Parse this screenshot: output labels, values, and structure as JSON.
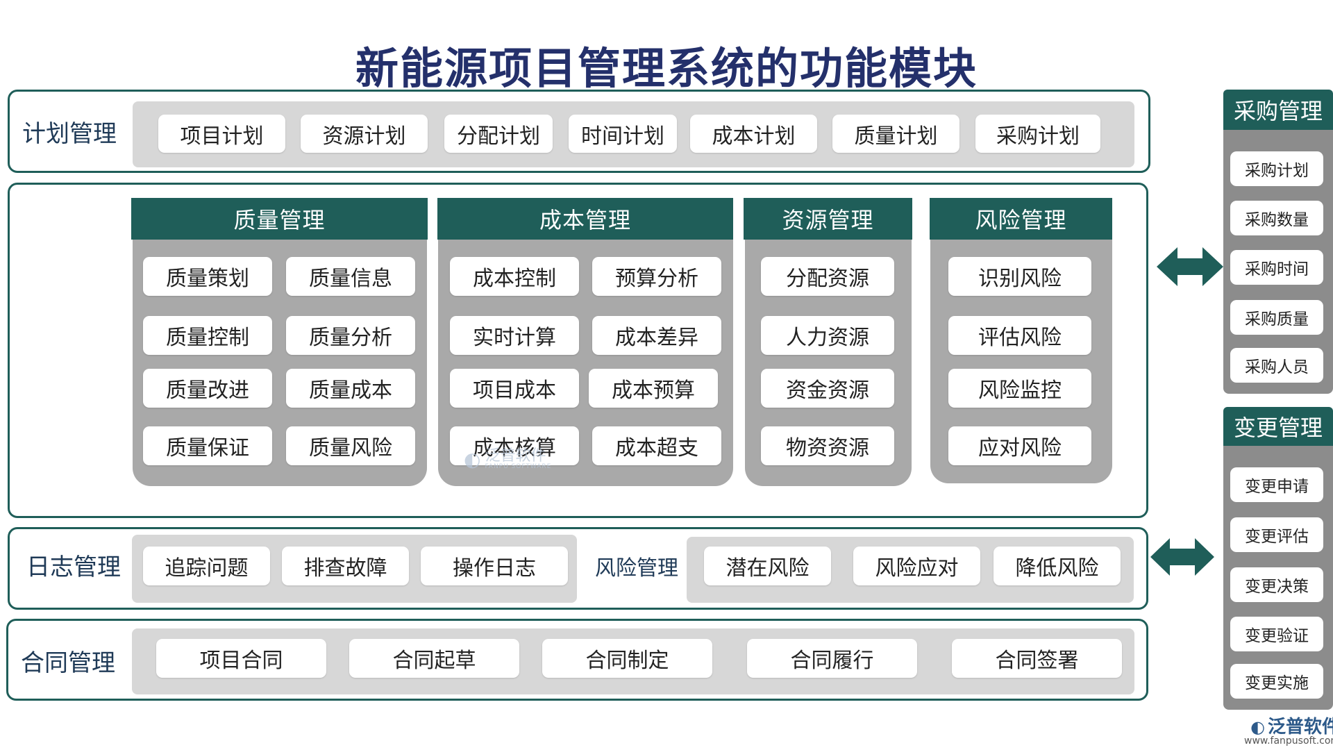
{
  "title": "新能源项目管理系统的功能模块",
  "plan": {
    "label": "计划管理",
    "items": [
      "项目计划",
      "资源计划",
      "分配计划",
      "时间计划",
      "成本计划",
      "质量计划",
      "采购计划"
    ]
  },
  "quality": {
    "header": "质量管理",
    "items": [
      "质量策划",
      "质量信息",
      "质量控制",
      "质量分析",
      "质量改进",
      "质量成本",
      "质量保证",
      "质量风险"
    ]
  },
  "cost": {
    "header": "成本管理",
    "items": [
      "成本控制",
      "预算分析",
      "实时计算",
      "成本差异",
      "项目成本",
      "成本预算",
      "成本核算",
      "成本超支"
    ]
  },
  "resource": {
    "header": "资源管理",
    "items": [
      "分配资源",
      "人力资源",
      "资金资源",
      "物资资源"
    ]
  },
  "risk": {
    "header": "风险管理",
    "items": [
      "识别风险",
      "评估风险",
      "风险监控",
      "应对风险"
    ]
  },
  "log": {
    "label": "日志管理",
    "items": [
      "追踪问题",
      "排查故障",
      "操作日志"
    ],
    "risk_label": "风险管理",
    "risk_items": [
      "潜在风险",
      "风险应对",
      "降低风险"
    ]
  },
  "contract": {
    "label": "合同管理",
    "items": [
      "项目合同",
      "合同起草",
      "合同制定",
      "合同履行",
      "合同签署"
    ]
  },
  "purchase": {
    "header": "采购管理",
    "items": [
      "采购计划",
      "采购数量",
      "采购时间",
      "采购质量",
      "采购人员"
    ]
  },
  "change": {
    "header": "变更管理",
    "items": [
      "变更申请",
      "变更评估",
      "变更决策",
      "变更验证",
      "变更实施"
    ]
  },
  "watermark": {
    "main": "泛普软件",
    "sub": "FANPU SOFTWARE"
  },
  "logo": {
    "main": "泛普软件",
    "sub": "www.fanpusoft.com"
  },
  "colors": {
    "accent": "#1f5e59",
    "title": "#24306b",
    "panel": "#d7d7d7",
    "column": "#a9a9a9",
    "side": "#8c8c8c"
  }
}
